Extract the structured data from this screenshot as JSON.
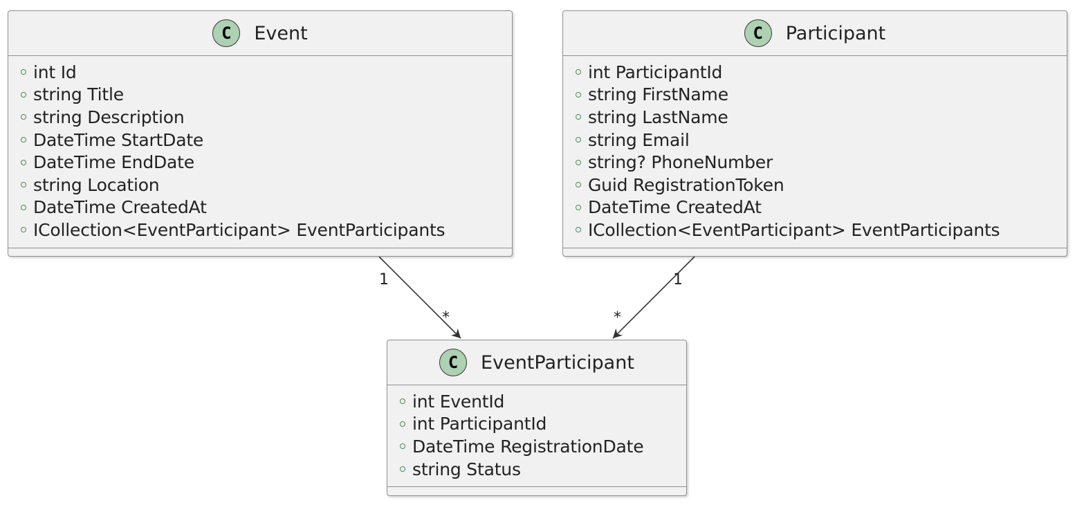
{
  "classes": [
    {
      "id": "event",
      "stereotype_badge": "C",
      "name": "Event",
      "attributes": [
        "int Id",
        "string Title",
        "string Description",
        "DateTime StartDate",
        "DateTime EndDate",
        "string Location",
        "DateTime CreatedAt",
        "ICollection<EventParticipant> EventParticipants"
      ]
    },
    {
      "id": "participant",
      "stereotype_badge": "C",
      "name": "Participant",
      "attributes": [
        "int ParticipantId",
        "string FirstName",
        "string LastName",
        "string Email",
        "string? PhoneNumber",
        "Guid RegistrationToken",
        "DateTime CreatedAt",
        "ICollection<EventParticipant> EventParticipants"
      ]
    },
    {
      "id": "event-participant",
      "stereotype_badge": "C",
      "name": "EventParticipant",
      "attributes": [
        "int EventId",
        "int ParticipantId",
        "DateTime RegistrationDate",
        "string Status"
      ]
    }
  ],
  "associations": [
    {
      "from": "Event",
      "to": "EventParticipant",
      "from_multiplicity": "1",
      "to_multiplicity": "*"
    },
    {
      "from": "Participant",
      "to": "EventParticipant",
      "from_multiplicity": "1",
      "to_multiplicity": "*"
    }
  ],
  "colors": {
    "box_fill": "#f1f1f1",
    "box_border": "#8f8f8f",
    "class_badge": "#add1b2",
    "public_visibility": "#4a8a5b",
    "text": "#222222"
  },
  "icons": {
    "class_badge": "class-stereotype-icon",
    "visibility": "public-visibility-icon"
  }
}
